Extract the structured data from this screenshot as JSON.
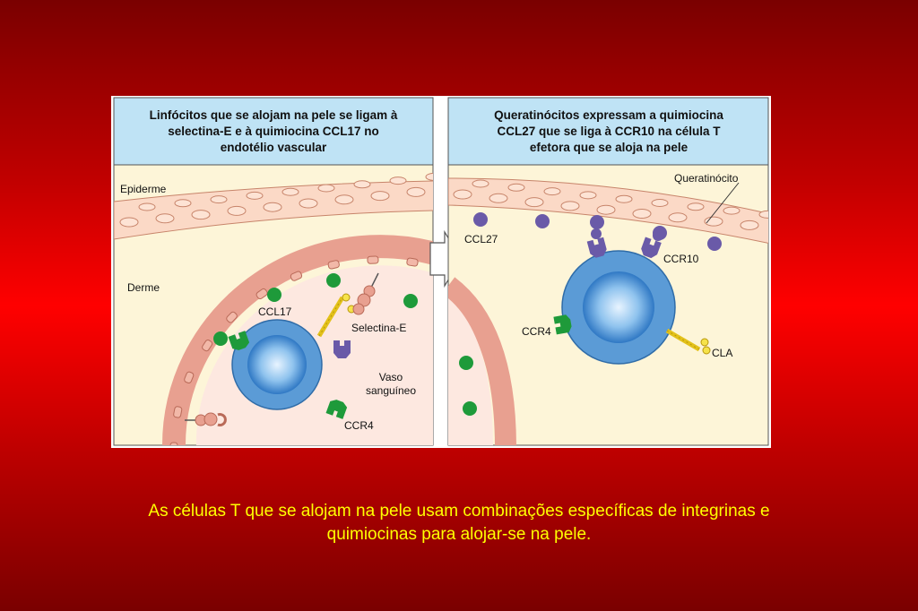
{
  "colors": {
    "background": "#c20000",
    "caption": "#ffff00",
    "header_bg": "#bfe3f5",
    "tissue": "#fdf5d8",
    "cell_blue": "#5b9bd6",
    "ccl_green": "#1e9a3a",
    "ccl27_purple": "#6a5aa8"
  },
  "left_panel": {
    "title_lines": [
      "Linfócitos que se alojam na pele se ligam à",
      "selectina-E e à quimiocina CCL17 no",
      "endotélio vascular"
    ],
    "labels": {
      "epidermis": "Epiderme",
      "dermis": "Derme",
      "ccl17": "CCL17",
      "e_selectin": "Selectina-E",
      "vessel_1": "Vaso",
      "vessel_2": "sanguíneo",
      "ccr4": "CCR4"
    }
  },
  "right_panel": {
    "title_lines": [
      "Queratinócitos expressam a quimiocina",
      "CCL27 que se liga à CCR10 na célula T",
      "efetora que se aloja na pele"
    ],
    "labels": {
      "keratinocyte": "Queratinócito",
      "ccl27": "CCL27",
      "ccr10": "CCR10",
      "ccr4": "CCR4",
      "cla": "CLA"
    }
  },
  "caption_lines": [
    "As células T que se alojam na pele usam combinações específicas de integrinas e",
    "quimiocinas para alojar-se na pele."
  ]
}
